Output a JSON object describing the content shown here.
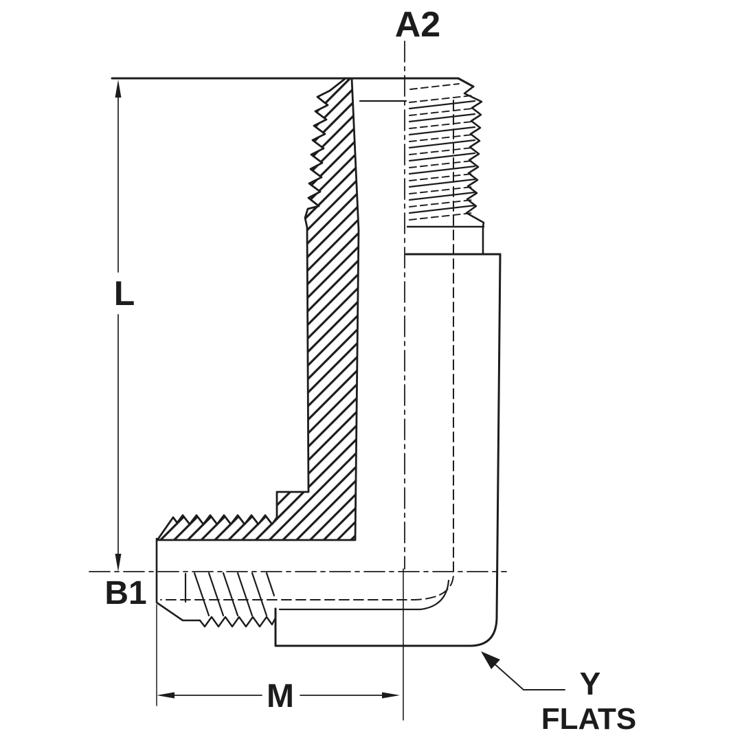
{
  "drawing": {
    "background": "#ffffff",
    "ink": "#1c1c1c",
    "labels": {
      "top_port": "A2",
      "overall_length": "L",
      "side_port": "B1",
      "horizontal_length": "M",
      "flats_word1": "Y",
      "flats_word2": "FLATS"
    }
  }
}
